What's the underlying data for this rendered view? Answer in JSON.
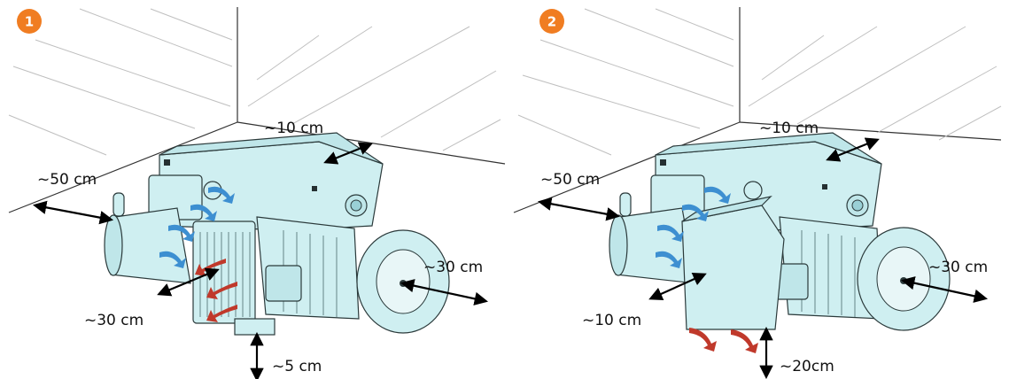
{
  "panels": [
    {
      "badge": "1",
      "labels": {
        "top": "~10 cm",
        "left": "~50 cm",
        "right": "~30 cm",
        "front": "~30 cm",
        "bottom": "~5 cm"
      }
    },
    {
      "badge": "2",
      "labels": {
        "top": "~10 cm",
        "left": "~50 cm",
        "right": "~30 cm",
        "front": "~10 cm",
        "bottom": "~20cm"
      }
    }
  ],
  "colors": {
    "badge": "#f07d22",
    "pump_body": "#cfeff1",
    "cool_air_arrow": "#3d8fd1",
    "hot_air_arrow": "#c0392b",
    "dimension_arrow": "#000000"
  }
}
